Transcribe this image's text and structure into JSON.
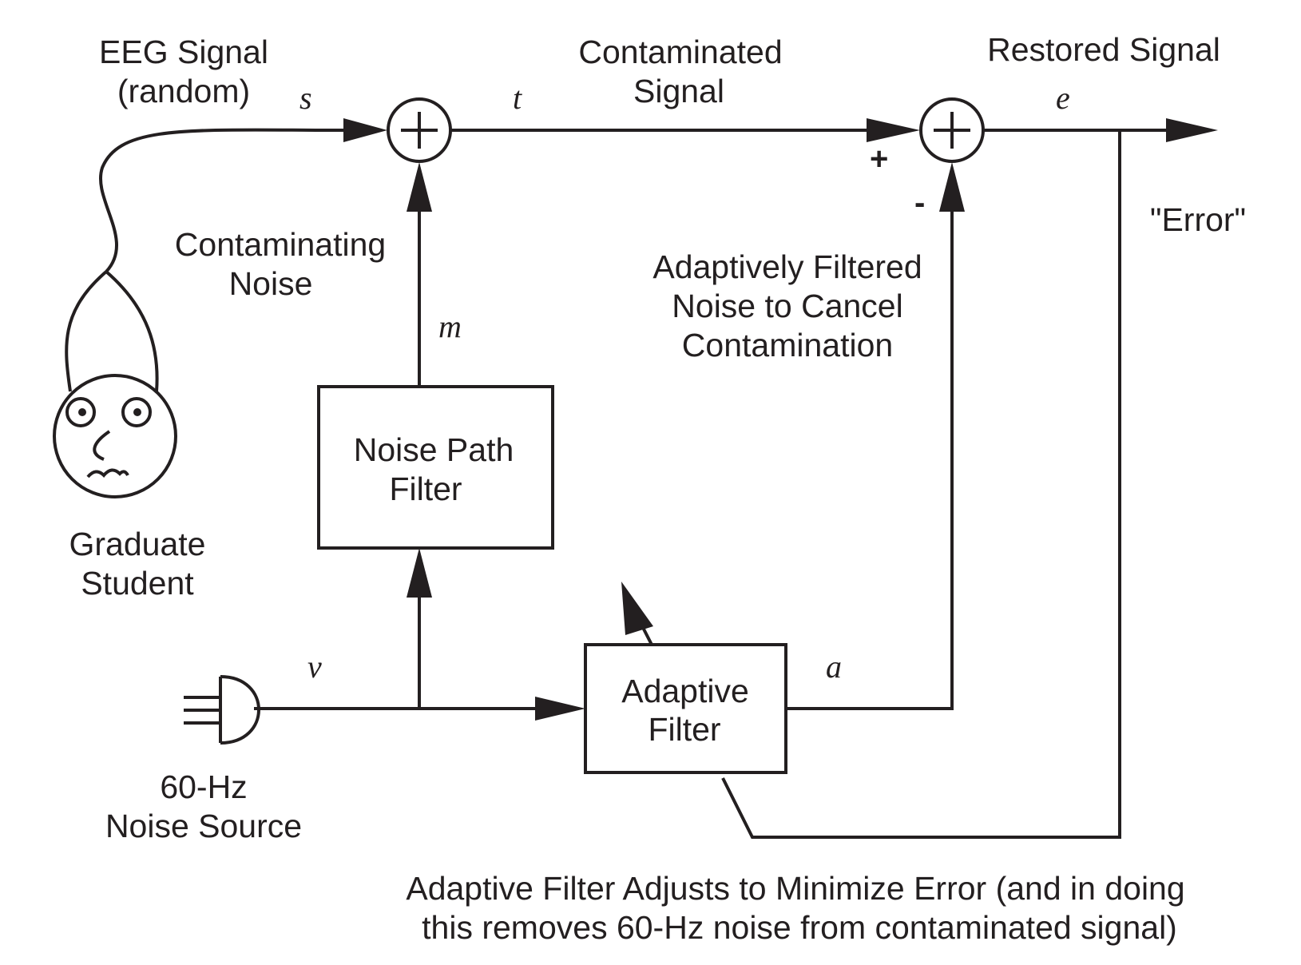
{
  "labels": {
    "eeg_signal": [
      "EEG Signal",
      "(random)"
    ],
    "contaminated_signal": [
      "Contaminated",
      "Signal"
    ],
    "restored_signal": "Restored Signal",
    "error": "\"Error\"",
    "contaminating_noise": [
      "Contaminating",
      "Noise"
    ],
    "adaptively_filtered": [
      "Adaptively Filtered",
      "Noise to Cancel",
      "Contamination"
    ],
    "graduate_student": [
      "Graduate",
      "Student"
    ],
    "noise_source": [
      "60-Hz",
      "Noise Source"
    ],
    "caption": [
      "Adaptive Filter Adjusts to Minimize Error (and in doing",
      "this removes 60-Hz noise from contaminated signal)"
    ]
  },
  "blocks": {
    "noise_path_filter": [
      "Noise Path",
      "Filter"
    ],
    "adaptive_filter": [
      "Adaptive",
      "Filter"
    ]
  },
  "variables": {
    "s": "s",
    "t": "t",
    "e": "e",
    "m": "m",
    "v": "v",
    "a": "a"
  },
  "signs": {
    "plus": "+",
    "minus": "-"
  }
}
